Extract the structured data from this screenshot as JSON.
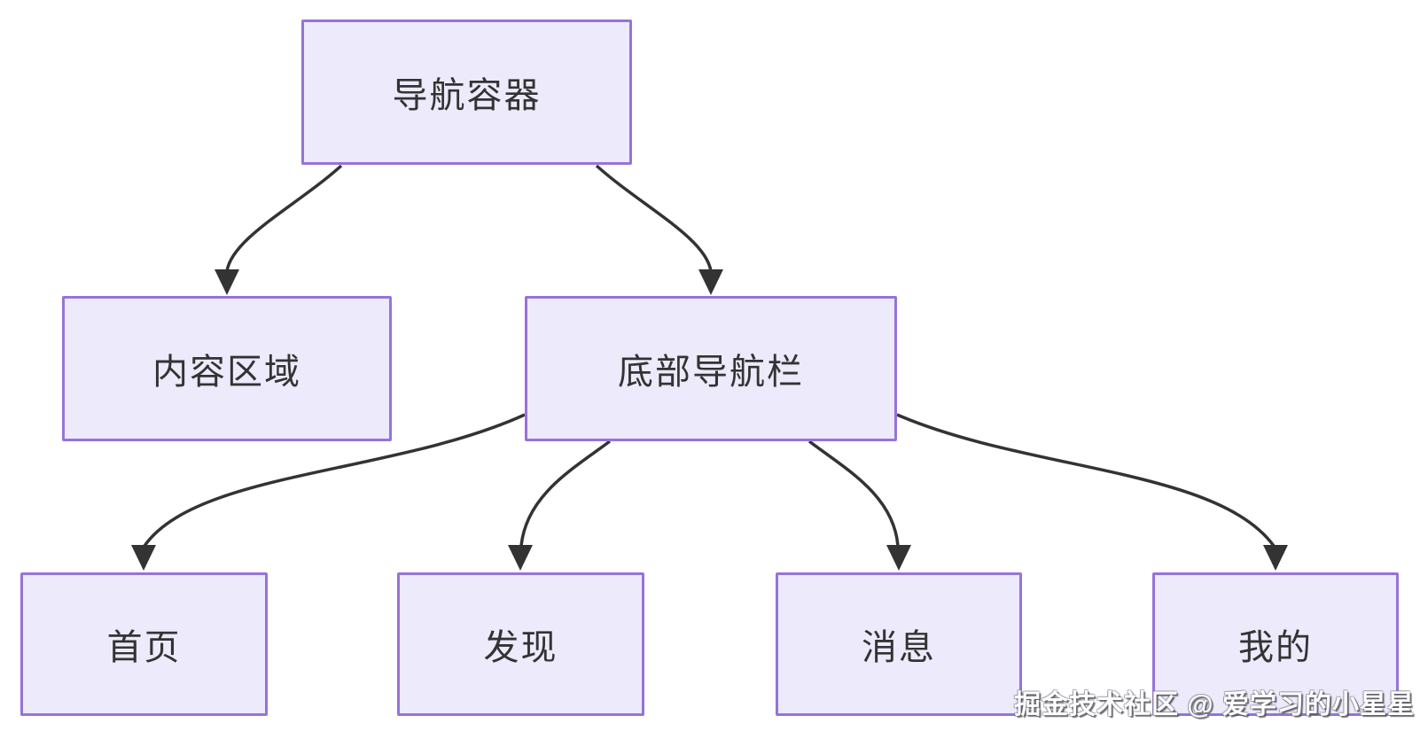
{
  "diagram": {
    "type": "flowchart",
    "direction": "top-down",
    "nodes": [
      {
        "id": "nav-container",
        "label": "导航容器"
      },
      {
        "id": "content-area",
        "label": "内容区域"
      },
      {
        "id": "bottom-nav",
        "label": "底部导航栏"
      },
      {
        "id": "home",
        "label": "首页"
      },
      {
        "id": "discover",
        "label": "发现"
      },
      {
        "id": "messages",
        "label": "消息"
      },
      {
        "id": "mine",
        "label": "我的"
      }
    ],
    "edges": [
      {
        "from": "nav-container",
        "to": "content-area"
      },
      {
        "from": "nav-container",
        "to": "bottom-nav"
      },
      {
        "from": "bottom-nav",
        "to": "home"
      },
      {
        "from": "bottom-nav",
        "to": "discover"
      },
      {
        "from": "bottom-nav",
        "to": "messages"
      },
      {
        "from": "bottom-nav",
        "to": "mine"
      }
    ],
    "colors": {
      "node_fill": "#ECEAFB",
      "node_border": "#9673D9",
      "edge": "#333333",
      "text": "#333333",
      "background": "#FFFFFF"
    }
  },
  "watermark": {
    "text": "掘金技术社区 @ 爱学习的小星星"
  }
}
